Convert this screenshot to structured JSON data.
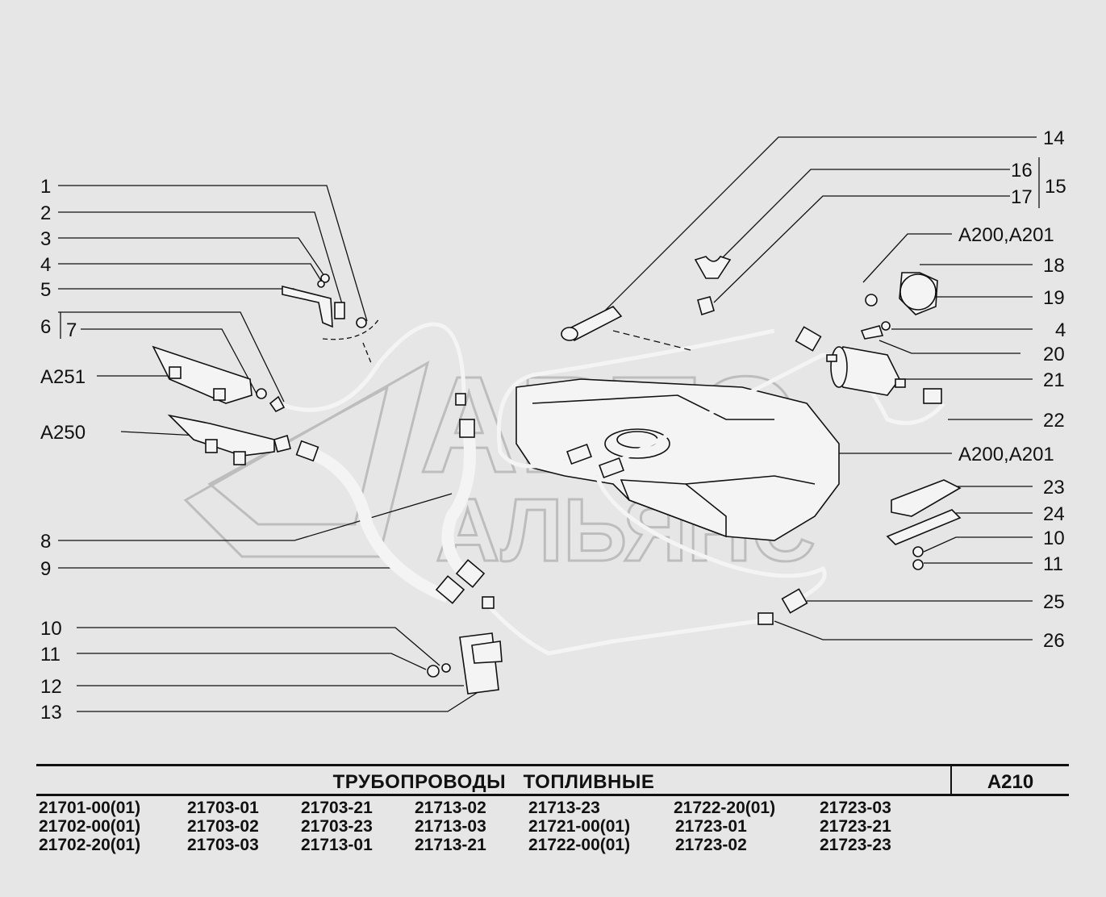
{
  "title": "ТРУБОПРОВОДЫ   ТОПЛИВНЫЕ",
  "section_code": "A210",
  "watermark": {
    "line1": "АВТО",
    "line2": "АЛЬЯНС"
  },
  "labels": {
    "l1": "1",
    "l2": "2",
    "l3": "3",
    "l4": "4",
    "l5": "5",
    "l6": "6",
    "l7": "7",
    "a251": "A251",
    "a250": "A250",
    "l8": "8",
    "l9": "9",
    "l10": "10",
    "l11": "11",
    "l12": "12",
    "l13": "13",
    "r14": "14",
    "r16": "16",
    "r15": "15",
    "r17": "17",
    "r_a200_top": "A200,A201",
    "r18": "18",
    "r19": "19",
    "r4": "4",
    "r20": "20",
    "r21": "21",
    "r22": "22",
    "r_a200_mid": "A200,A201",
    "r23": "23",
    "r24": "24",
    "r10": "10",
    "r11": "11",
    "r25": "25",
    "r26": "26"
  },
  "models": [
    [
      "21701-00(01)",
      "21702-00(01)",
      "21702-20(01)"
    ],
    [
      "21703-01",
      "21703-02",
      "21703-03"
    ],
    [
      "21703-21",
      "21703-23",
      "21713-01"
    ],
    [
      "21713-02",
      "21713-03",
      "21713-21"
    ],
    [
      "21713-23",
      "21721-00(01)",
      "21722-00(01)"
    ],
    [
      "21722-20(01)",
      "21723-01",
      "21723-02"
    ],
    [
      "21723-03",
      "21723-21",
      "21723-23"
    ]
  ]
}
